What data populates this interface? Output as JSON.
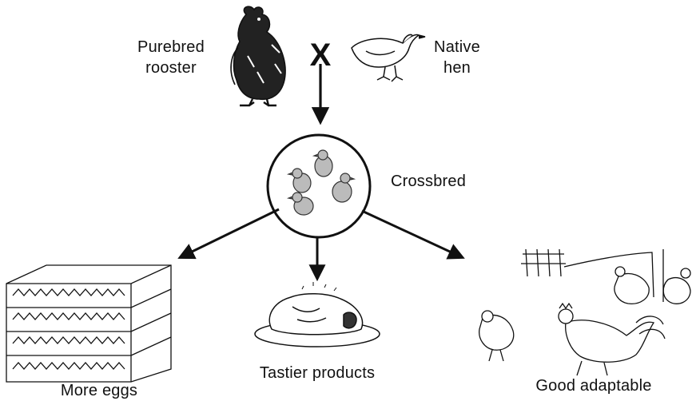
{
  "labels": {
    "rooster_line1": "Purebred",
    "rooster_line2": "rooster",
    "hen_line1": "Native",
    "hen_line2": "hen",
    "crossbred": "Crossbred",
    "eggs": "More eggs",
    "tastier": "Tastier products",
    "adaptable": "Good adaptable"
  },
  "cross_symbol": "X",
  "colors": {
    "ink": "#111111",
    "background": "#ffffff"
  }
}
